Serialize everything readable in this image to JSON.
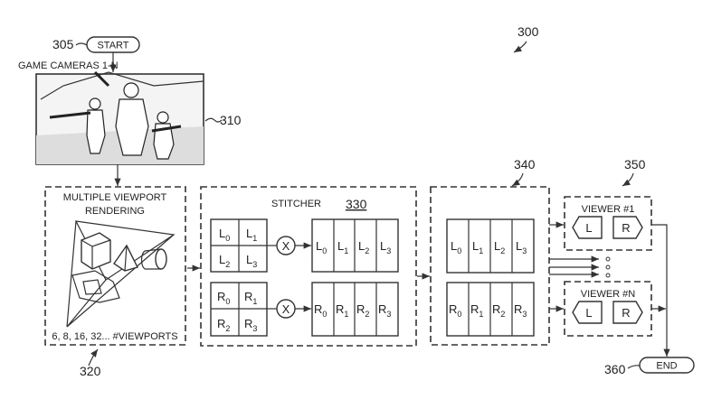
{
  "figure_ref": "300",
  "start": {
    "ref": "305",
    "label": "START"
  },
  "cameras_label": "GAME CAMERAS 1-N",
  "game_image": {
    "ref": "310"
  },
  "viewport_rendering": {
    "ref": "320",
    "title_line1": "MULTIPLE VIEWPORT",
    "title_line2": "RENDERING",
    "caption": "6, 8, 16, 32... #VIEWPORTS"
  },
  "stitcher": {
    "title": "STITCHER",
    "ref": "330",
    "operator": "X",
    "left_tiles": [
      "L0",
      "L1",
      "L2",
      "L3"
    ],
    "right_tiles": [
      "R0",
      "R1",
      "R2",
      "R3"
    ]
  },
  "output": {
    "ref": "340",
    "left_tiles": [
      "L0",
      "L1",
      "L2",
      "L3"
    ],
    "right_tiles": [
      "R0",
      "R1",
      "R2",
      "R3"
    ]
  },
  "viewers": {
    "ref": "350",
    "items": [
      {
        "title": "VIEWER #1",
        "left": "L",
        "right": "R"
      },
      {
        "title": "VIEWER #N",
        "left": "L",
        "right": "R"
      }
    ]
  },
  "end": {
    "ref": "360",
    "label": "END"
  }
}
